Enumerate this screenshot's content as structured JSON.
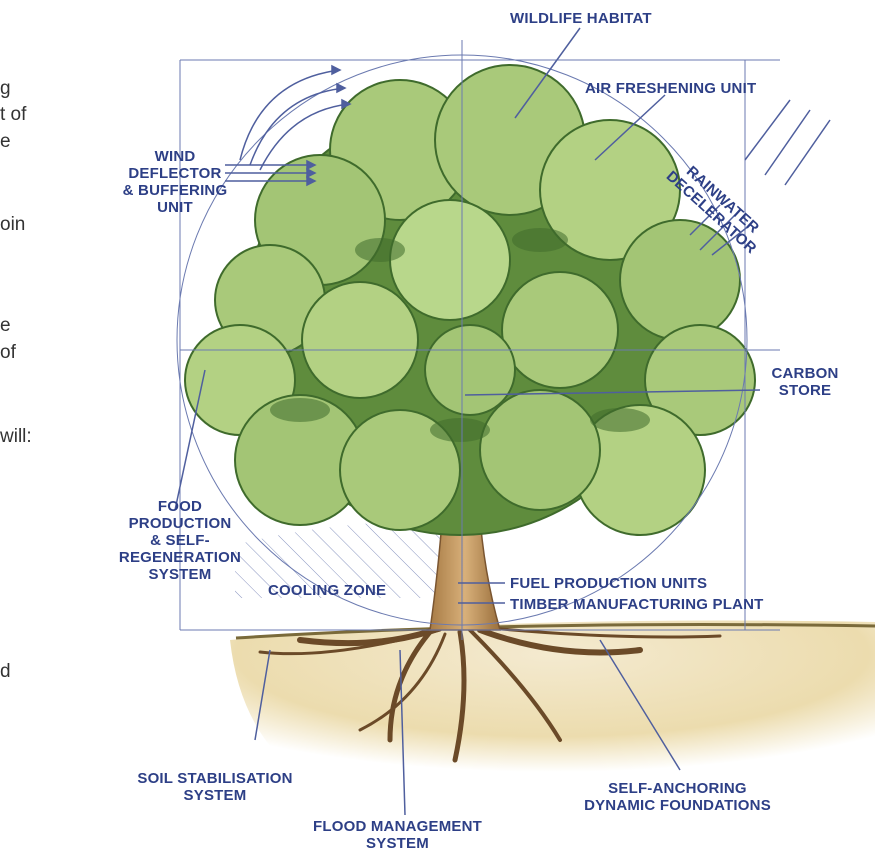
{
  "text_fragments": [
    "g",
    "t of",
    "e",
    "oin",
    "e",
    "of",
    "will:",
    "d"
  ],
  "labels": {
    "wildlife_habitat": [
      "WILDLIFE HABITAT"
    ],
    "air_freshening": [
      "AIR FRESHENING UNIT"
    ],
    "wind_deflector": [
      "WIND",
      "DEFLECTOR",
      "& BUFFERING",
      "UNIT"
    ],
    "rainwater": [
      "RAINWATER",
      "DECELERATOR"
    ],
    "carbon_store": [
      "CARBON",
      "STORE"
    ],
    "food_production": [
      "FOOD",
      "PRODUCTION",
      "& SELF-",
      "REGENERATION",
      "SYSTEM"
    ],
    "cooling_zone": [
      "COOLING ZONE"
    ],
    "fuel_production": [
      "FUEL PRODUCTION UNITS"
    ],
    "timber": [
      "TIMBER MANUFACTURING PLANT"
    ],
    "soil_stabilisation": [
      "SOIL STABILISATION",
      "SYSTEM"
    ],
    "flood_management": [
      "FLOOD MANAGEMENT",
      "SYSTEM"
    ],
    "self_anchoring": [
      "SELF-ANCHORING",
      "DYNAMIC FOUNDATIONS"
    ]
  },
  "colors": {
    "label_text": "#2d3f86",
    "leader_lines": "#4f5f9e",
    "foliage_light": "#a9c97a",
    "foliage_mid": "#7fa64f",
    "foliage_dark": "#3f6b2c",
    "trunk": "#c9a06a",
    "soil": "#efe2b6"
  }
}
